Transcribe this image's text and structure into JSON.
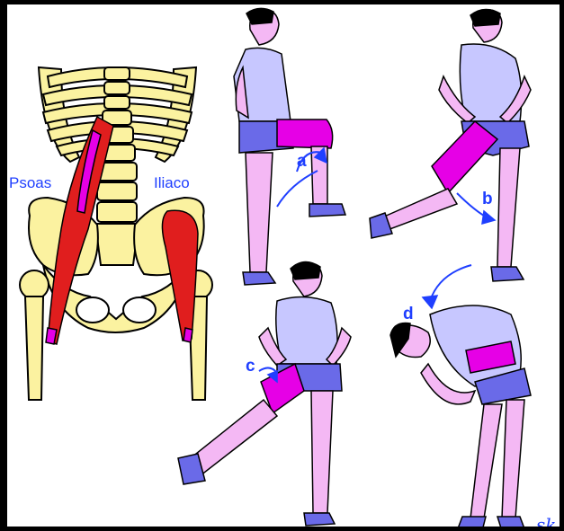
{
  "labels": {
    "psoas": "Psoas",
    "iliaco": "Iliaco"
  },
  "steps": {
    "a": "a",
    "b": "b",
    "c": "c",
    "d": "d"
  },
  "signature": "sk",
  "colors": {
    "background": "#000000",
    "canvas": "#ffffff",
    "bone": "#fbf2a0",
    "muscle": "#e01e1e",
    "muscle_highlight": "#e600e6",
    "skin": "#f4b8f4",
    "shirt": "#c7c7ff",
    "shorts": "#6a6ae8",
    "shoes": "#6a6ae8",
    "hair": "#000000",
    "label": "#1f3fff"
  }
}
